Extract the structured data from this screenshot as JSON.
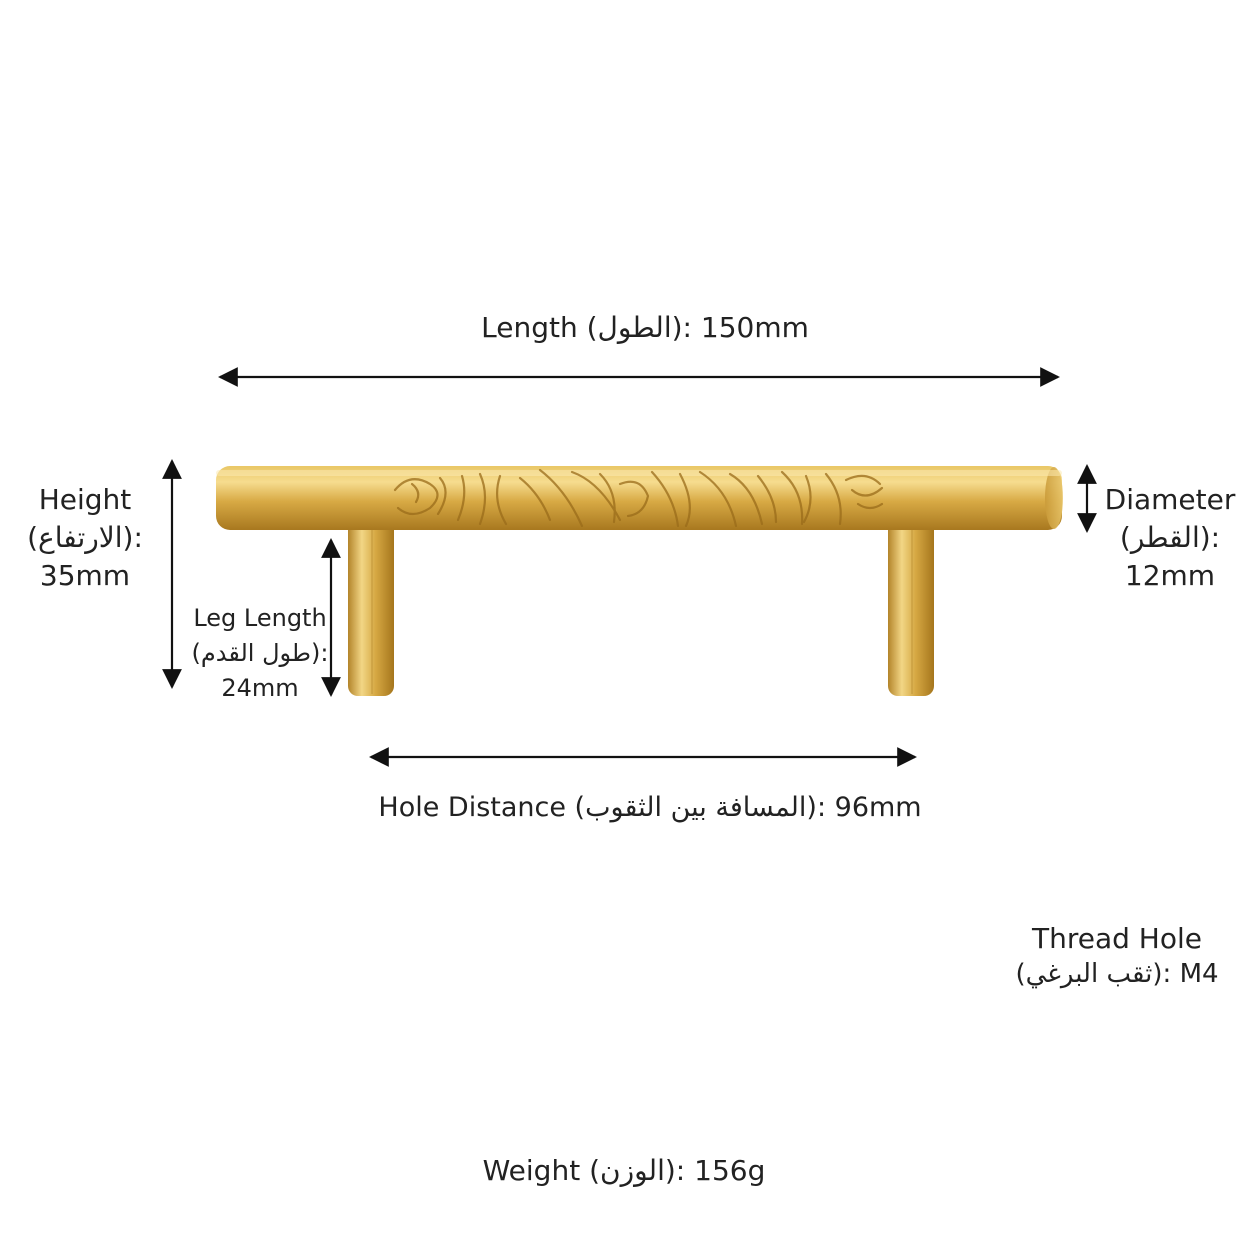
{
  "length": {
    "text": "Length (الطول): 150mm"
  },
  "height": {
    "line1": "Height",
    "line2": "(الارتفاع):",
    "line3": "35mm"
  },
  "diameter": {
    "line1": "Diameter",
    "line2": "(القطر):",
    "line3": "12mm"
  },
  "leg_length": {
    "line1": "Leg Length",
    "line2": "(طول القدم):",
    "line3": "24mm"
  },
  "hole_distance": {
    "text": "Hole Distance (المسافة بين الثقوب): 96mm"
  },
  "thread_hole": {
    "line1": "Thread Hole",
    "line2": "(ثقب البرغي): M4"
  },
  "weight": {
    "text": "Weight (الوزن): 156g"
  },
  "colors": {
    "brass_light": "#f0d27a",
    "brass_mid": "#d9ad45",
    "brass_dark": "#a9791f",
    "line": "#111111"
  }
}
